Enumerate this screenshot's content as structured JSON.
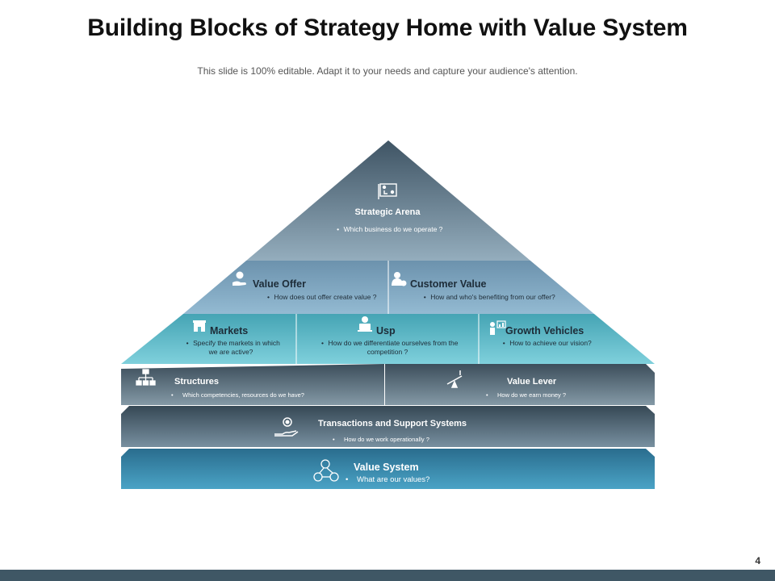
{
  "header": {
    "title": "Building Blocks of Strategy Home with Value System",
    "subtitle": "This slide is 100% editable. Adapt it to your needs and capture your audience's attention."
  },
  "roof": {
    "heading": "Strategic Arena",
    "bullet": "Which business do we operate ?",
    "icon": "strategy-board-icon"
  },
  "tier2": [
    {
      "heading": "Value Offer",
      "bullet": "How does out offer create value ?",
      "icon": "hand-gear-icon"
    },
    {
      "heading": "Customer Value",
      "bullet": "How and who's benefiting from our offer?",
      "icon": "user-dollar-icon"
    }
  ],
  "tier3": [
    {
      "heading": "Markets",
      "bullet": "Specify the markets in which we are active?",
      "icon": "shop-icon"
    },
    {
      "heading": "Usp",
      "bullet": "How do we differentiate ourselves from the competition ?",
      "icon": "laptop-person-icon"
    },
    {
      "heading": "Growth Vehicles",
      "bullet": "How to achieve our vision?",
      "icon": "presenter-chart-icon"
    }
  ],
  "tier4": [
    {
      "heading": "Structures",
      "bullet": "Which competencies, resources do we have?",
      "icon": "org-chart-icon"
    },
    {
      "heading": "Value Lever",
      "bullet": "How do we earn money ?",
      "icon": "lever-icon"
    }
  ],
  "tier5": {
    "heading": "Transactions and Support Systems",
    "bullet": "How do we work operationally ?",
    "icon": "hand-gear-icon"
  },
  "tier6": {
    "heading": "Value System",
    "bullet": "What are our values?",
    "icon": "network-value-icon"
  },
  "page_number": "4",
  "colors": {
    "roof_top": "#4a5f6e",
    "roof_bottom": "#8fa8b8",
    "tier2": "#7fa6c0",
    "tier3": "#5fb8c6",
    "tier4": "#627a88",
    "tier5": "#556d7c",
    "tier6": "#3c88aa",
    "footer": "#3f5765"
  }
}
